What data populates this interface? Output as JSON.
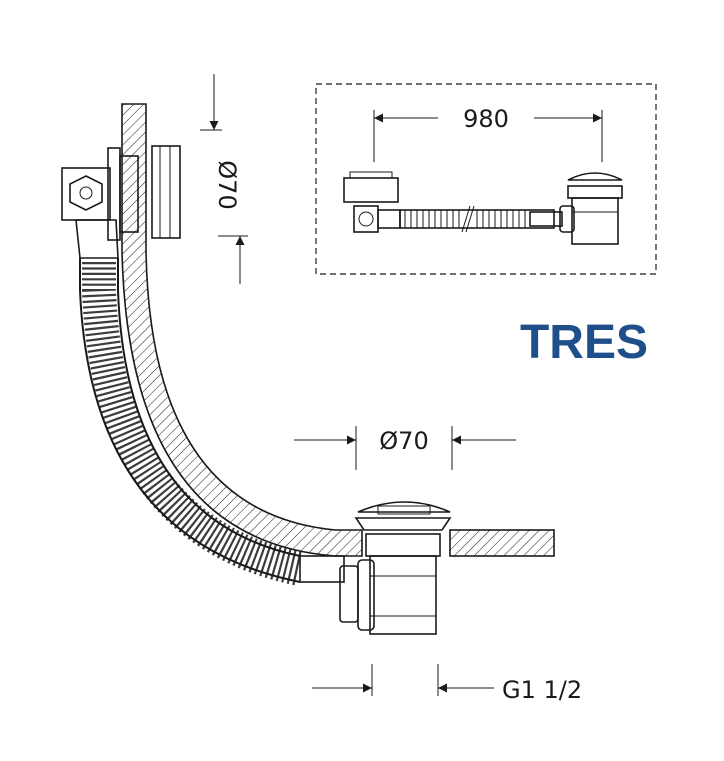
{
  "brand": {
    "name": "TRES",
    "color": "#1f4f8b"
  },
  "dimensions": {
    "overflow_diameter": "Ø70",
    "waste_diameter": "Ø70",
    "thread": "G1 1/2",
    "overall_length": "980"
  },
  "colors": {
    "line": "#1a1a1a",
    "background": "#ffffff"
  }
}
